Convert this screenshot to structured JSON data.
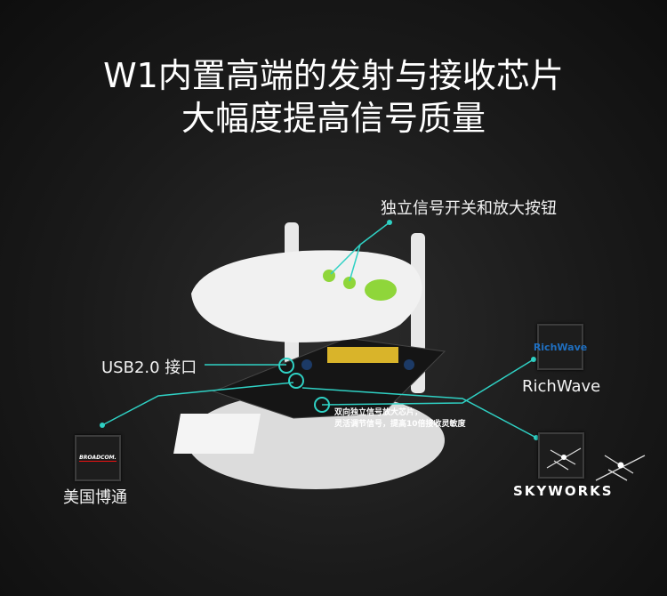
{
  "headline": {
    "line1": "W1内置高端的发射与接收芯片",
    "line2": "大幅度提高信号质量"
  },
  "callouts": {
    "buttons": "独立信号开关和放大按钮",
    "usb": "USB2.0 接口",
    "amp_line1": "双向独立信号放大芯片，",
    "amp_line2": "灵活调节信号，提高10倍接收灵敏度"
  },
  "brands": {
    "broadcom_logo": "BROADCOM.",
    "broadcom_label": "美国博通",
    "richwave_logo": "RichWave",
    "richwave_label": "RichWave",
    "skyworks_label": "SKYWORKS"
  },
  "colors": {
    "accent": "#2fd1c4",
    "green": "#8fd63a"
  }
}
